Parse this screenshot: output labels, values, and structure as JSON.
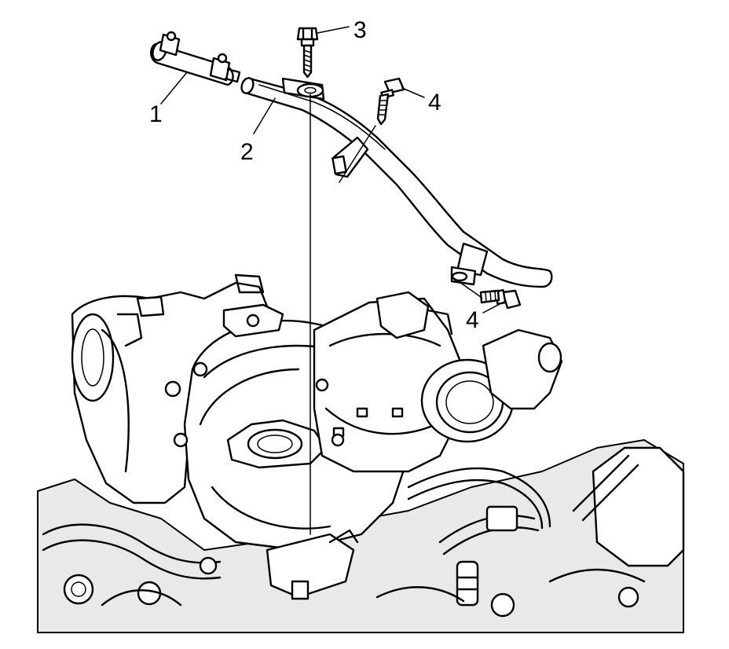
{
  "callouts": [
    {
      "id": "callout-1",
      "label": "1"
    },
    {
      "id": "callout-2",
      "label": "2"
    },
    {
      "id": "callout-3",
      "label": "3"
    },
    {
      "id": "callout-4a",
      "label": "4"
    },
    {
      "id": "callout-4b",
      "label": "4"
    }
  ]
}
